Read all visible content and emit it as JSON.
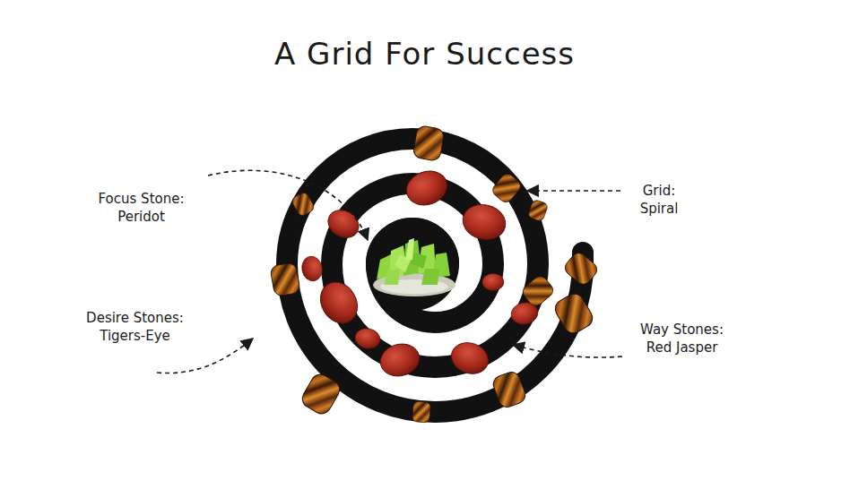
{
  "diagram": {
    "title": "A Grid For Success",
    "labels": [
      "Focus Stone: Peridot",
      "Grid: Spiral",
      "Desire Stones: Tigers-Eye",
      "Way Stones: Red Jasper"
    ]
  }
}
